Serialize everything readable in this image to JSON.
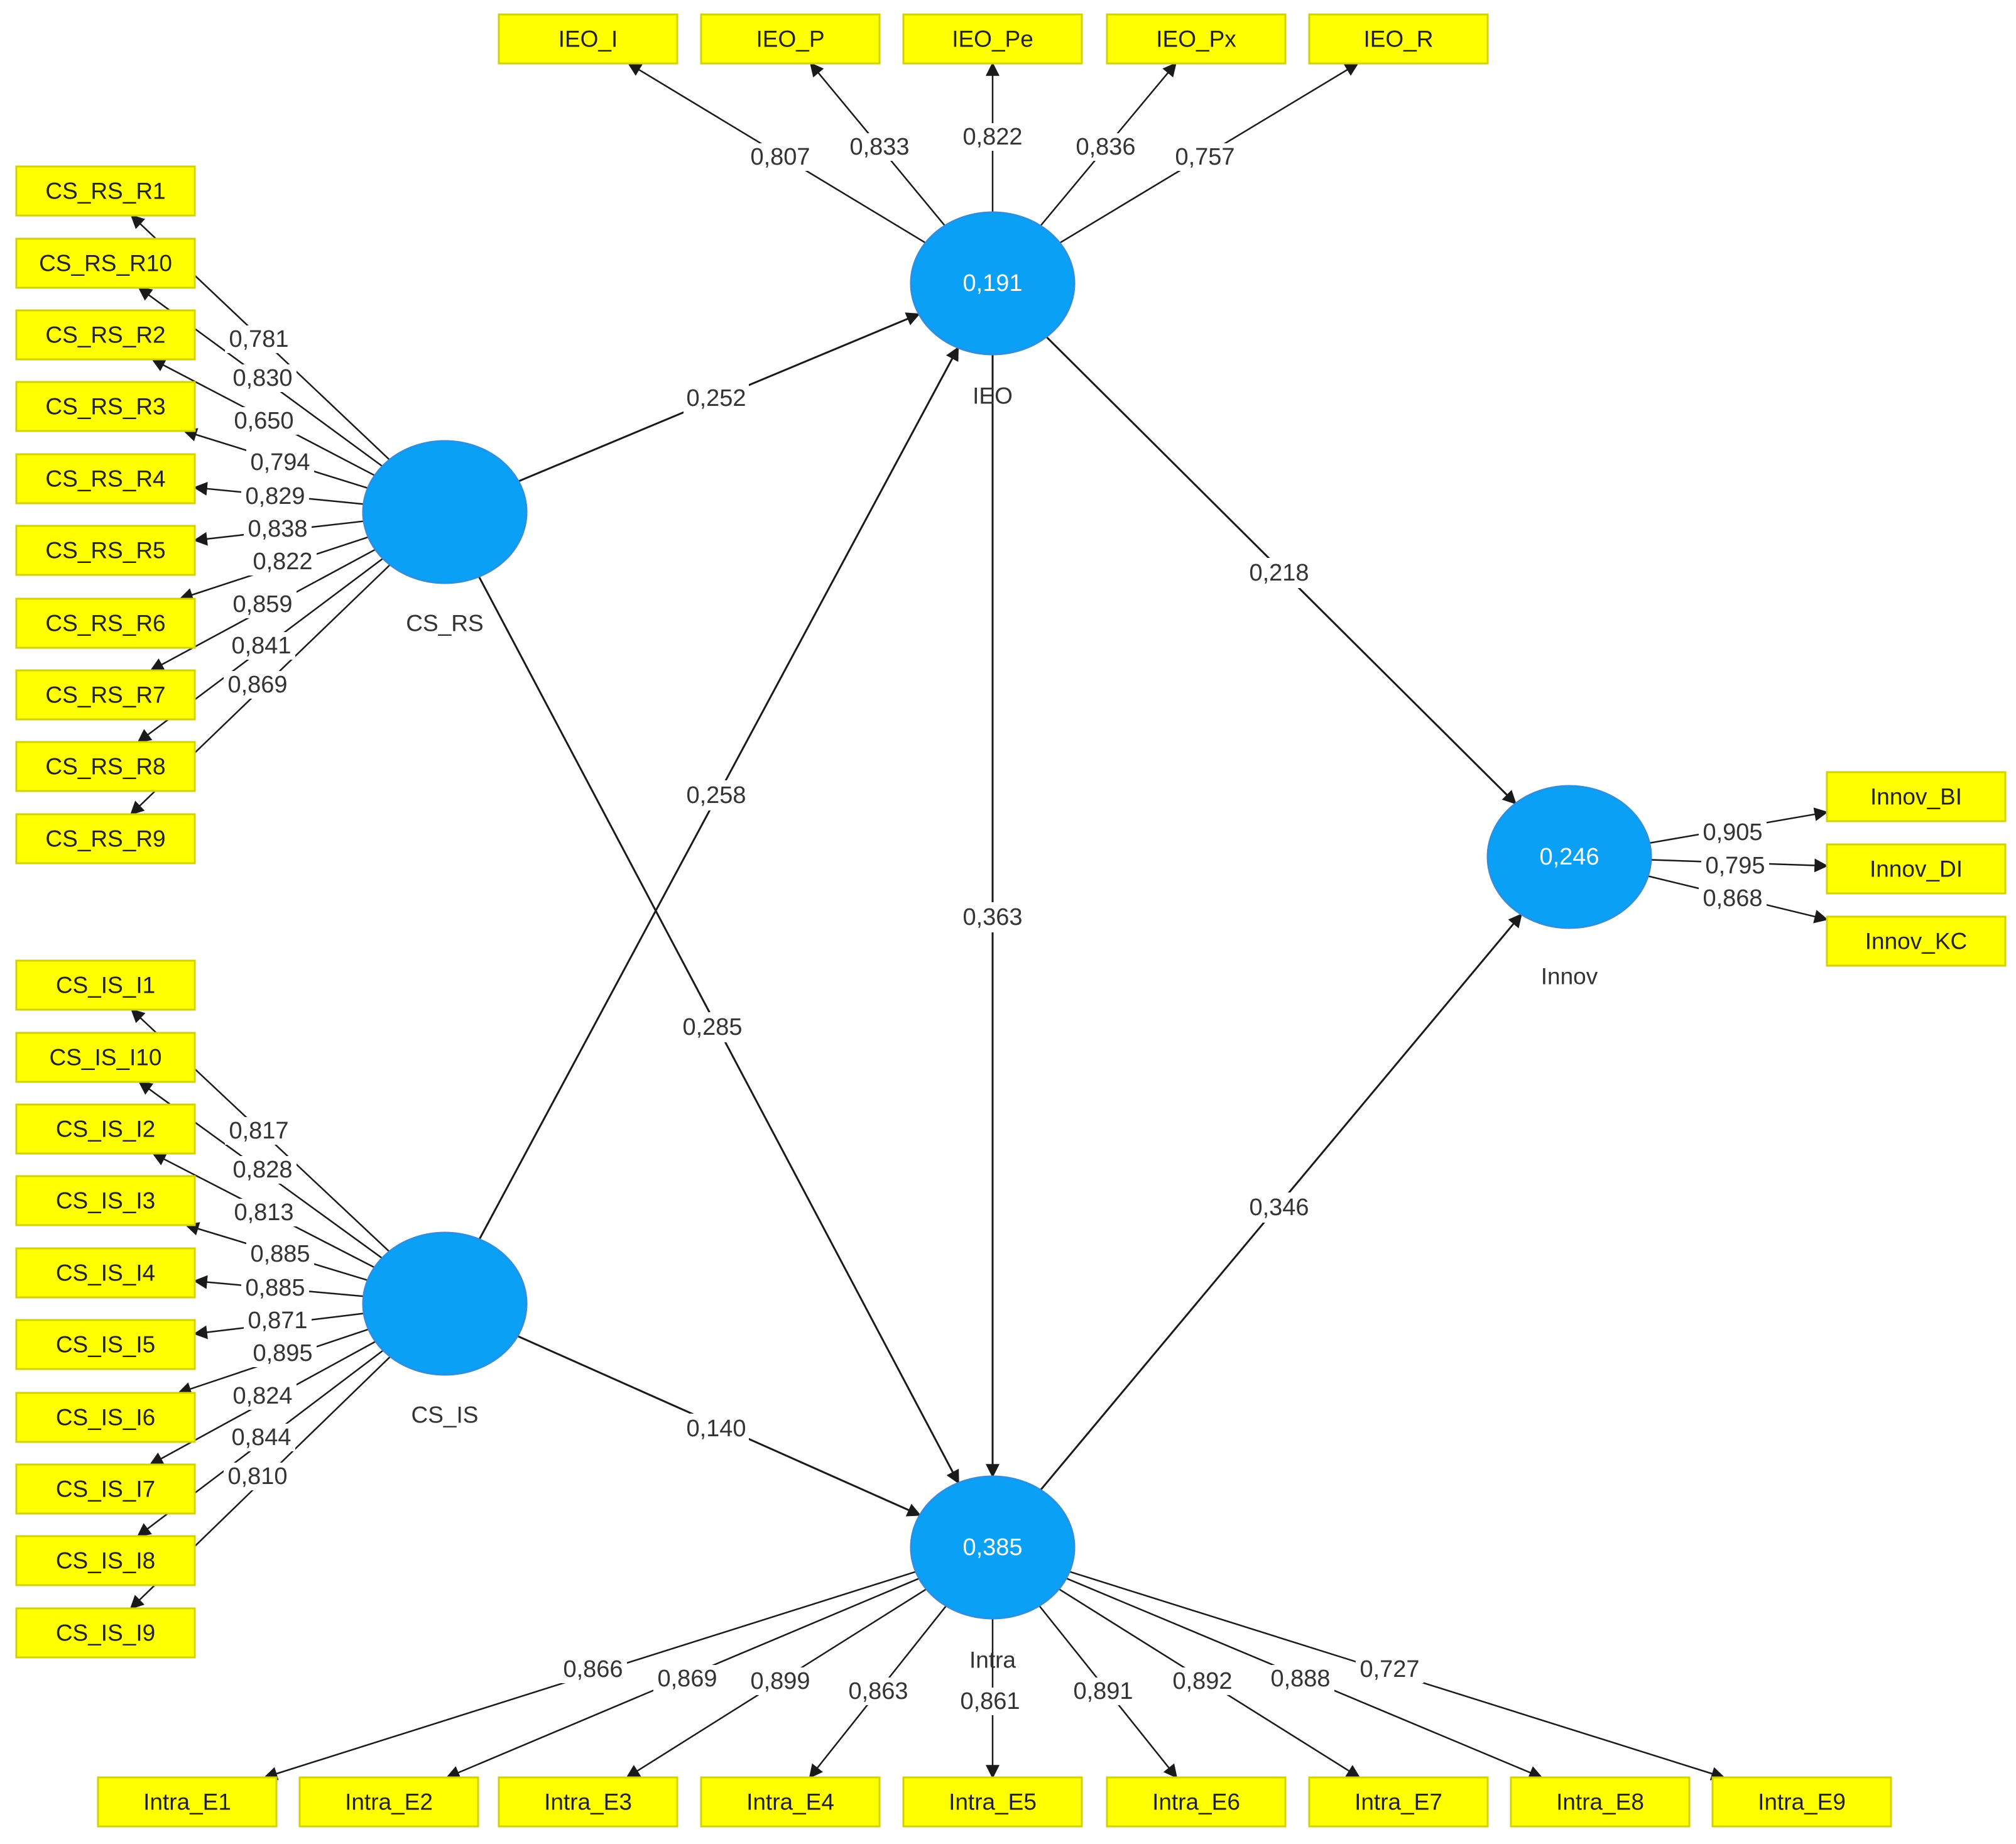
{
  "colors": {
    "indicator_fill": "#FFFF00",
    "indicator_border": "#D2D200",
    "latent_fill": "#0AA0F5",
    "latent_border": "#2D8FE0",
    "arrow": "#1a1a1a"
  },
  "latents": [
    {
      "id": "IEO",
      "name": "IEO",
      "value": "0,191"
    },
    {
      "id": "CS_RS",
      "name": "CS_RS",
      "value": ""
    },
    {
      "id": "CS_IS",
      "name": "CS_IS",
      "value": ""
    },
    {
      "id": "Intra",
      "name": "Intra",
      "value": "0,385"
    },
    {
      "id": "Innov",
      "name": "Innov",
      "value": "0,246"
    }
  ],
  "indicators": {
    "IEO": [
      "IEO_I",
      "IEO_P",
      "IEO_Pe",
      "IEO_Px",
      "IEO_R"
    ],
    "CS_RS": [
      "CS_RS_R1",
      "CS_RS_R10",
      "CS_RS_R2",
      "CS_RS_R3",
      "CS_RS_R4",
      "CS_RS_R5",
      "CS_RS_R6",
      "CS_RS_R7",
      "CS_RS_R8",
      "CS_RS_R9"
    ],
    "CS_IS": [
      "CS_IS_I1",
      "CS_IS_I10",
      "CS_IS_I2",
      "CS_IS_I3",
      "CS_IS_I4",
      "CS_IS_I5",
      "CS_IS_I6",
      "CS_IS_I7",
      "CS_IS_I8",
      "CS_IS_I9"
    ],
    "Innov": [
      "Innov_BI",
      "Innov_DI",
      "Innov_KC"
    ],
    "Intra": [
      "Intra_E1",
      "Intra_E2",
      "Intra_E3",
      "Intra_E4",
      "Intra_E5",
      "Intra_E6",
      "Intra_E7",
      "Intra_E8",
      "Intra_E9"
    ]
  },
  "loadings": {
    "IEO": [
      "0,807",
      "0,833",
      "0,822",
      "0,836",
      "0,757"
    ],
    "CS_RS": [
      "0,781",
      "0,830",
      "0,650",
      "0,794",
      "0,829",
      "0,838",
      "0,822",
      "0,859",
      "0,841",
      "0,869"
    ],
    "CS_IS": [
      "0,817",
      "0,828",
      "0,813",
      "0,885",
      "0,885",
      "0,871",
      "0,895",
      "0,824",
      "0,844",
      "0,810"
    ],
    "Innov": [
      "0,905",
      "0,795",
      "0,868"
    ],
    "Intra": [
      "0,866",
      "0,869",
      "0,899",
      "0,863",
      "0,861",
      "0,891",
      "0,892",
      "0,888",
      "0,727"
    ]
  },
  "paths": [
    {
      "from": "CS_RS",
      "to": "IEO",
      "coef": "0,252"
    },
    {
      "from": "CS_RS",
      "to": "Intra",
      "coef": "0,285"
    },
    {
      "from": "CS_IS",
      "to": "IEO",
      "coef": "0,258"
    },
    {
      "from": "CS_IS",
      "to": "Intra",
      "coef": "0,140"
    },
    {
      "from": "IEO",
      "to": "Intra",
      "coef": "0,363"
    },
    {
      "from": "IEO",
      "to": "Innov",
      "coef": "0,218"
    },
    {
      "from": "Intra",
      "to": "Innov",
      "coef": "0,346"
    }
  ]
}
